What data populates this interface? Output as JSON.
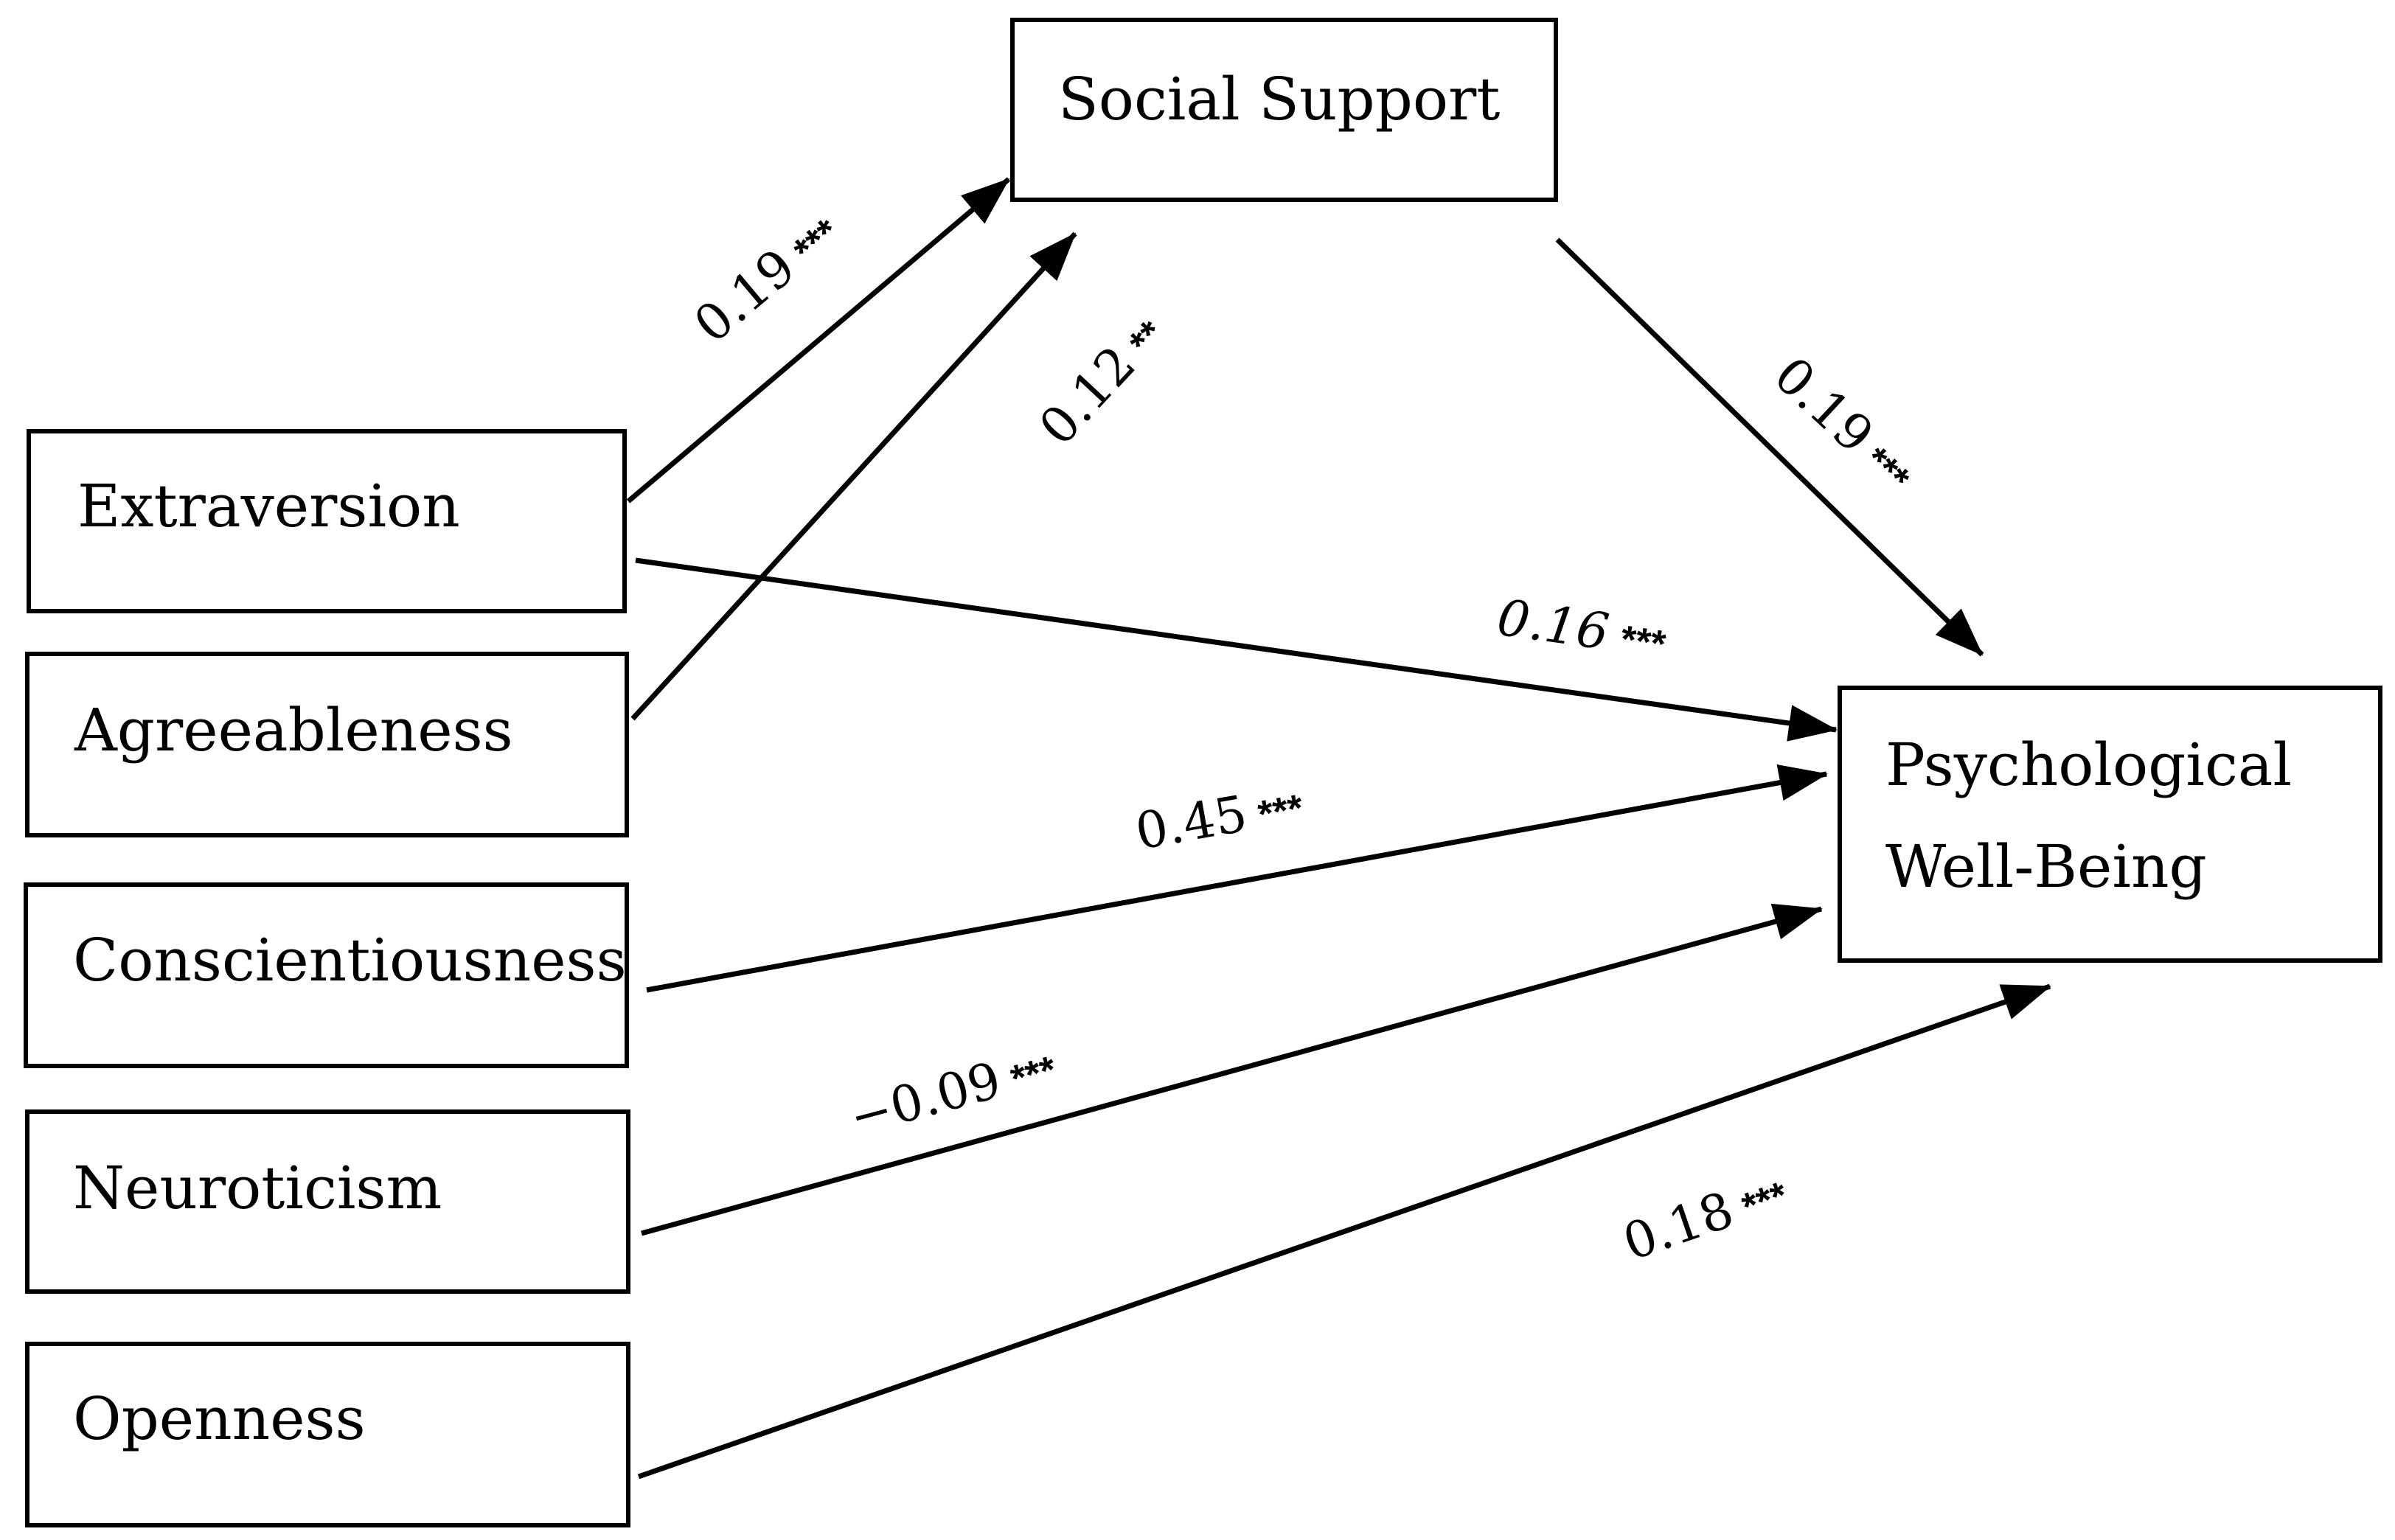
{
  "diagram": {
    "nodes": {
      "social_support": {
        "label": "Social Support"
      },
      "extraversion": {
        "label": "Extraversion"
      },
      "agreeableness": {
        "label": "Agreeableness"
      },
      "conscientiousness": {
        "label": "Conscientiousness"
      },
      "neuroticism": {
        "label": "Neuroticism"
      },
      "openness": {
        "label": "Openness"
      },
      "wellbeing": {
        "label_line1": "Psychological",
        "label_line2": "Well-Being"
      }
    },
    "paths": {
      "extraversion_to_support": {
        "value": "0.19",
        "sig": "***"
      },
      "agreeableness_to_support": {
        "value": "0.12",
        "sig": "**"
      },
      "support_to_wellbeing": {
        "value": "0.19",
        "sig": "***"
      },
      "extraversion_to_wellbeing": {
        "value": "0.16",
        "sig": "***"
      },
      "conscientiousness_to_wellbeing": {
        "value": "0.45",
        "sig": "***"
      },
      "neuroticism_to_wellbeing": {
        "value": "−0.09",
        "sig": "***"
      },
      "openness_to_wellbeing": {
        "value": "0.18",
        "sig": "***"
      }
    },
    "colors": {
      "stroke": "#000000",
      "background": "#ffffff"
    }
  }
}
